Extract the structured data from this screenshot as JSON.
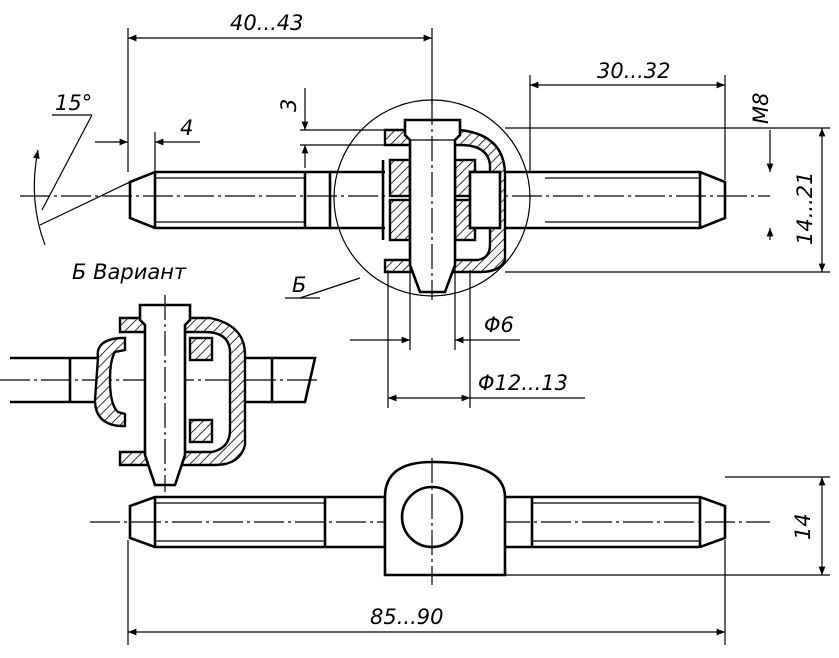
{
  "drawing": {
    "dimensions": {
      "top_length": "40...43",
      "right_thread_length": "30...32",
      "gap": "3",
      "end_offset": "4",
      "chamfer_angle": "15°",
      "thread": "M8",
      "block_height": "14...21",
      "pin_diameter": "Φ6",
      "hole_diameter": "Φ12...13",
      "bottom_height": "14",
      "total_length": "85...90"
    },
    "labels": {
      "variant": "Б Вариант",
      "detail_ref": "Б"
    }
  }
}
